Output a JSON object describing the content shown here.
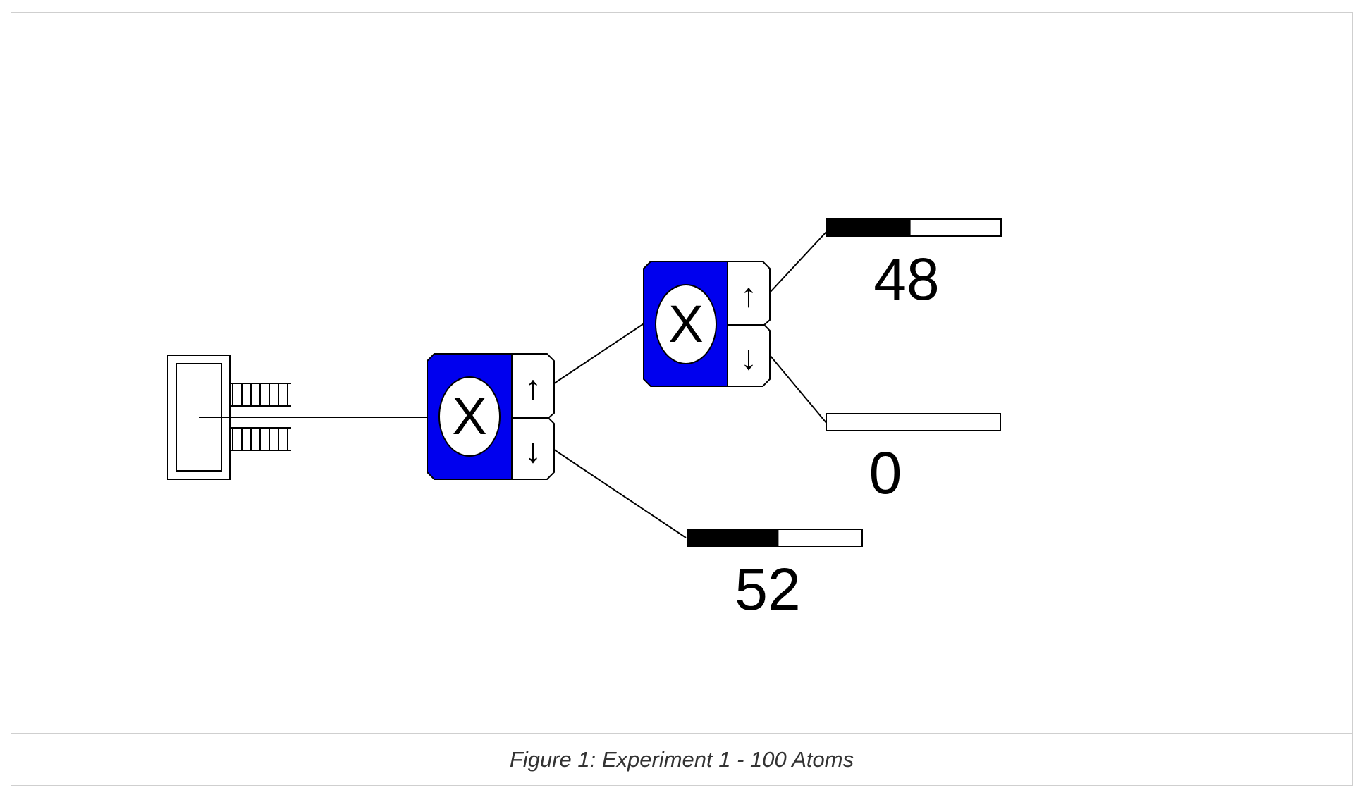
{
  "figure": {
    "caption": "Figure 1: Experiment 1 - 100 Atoms"
  },
  "colors": {
    "analyzer_fill": "#0000ee",
    "stroke": "#000000",
    "bar_fill": "#000000",
    "background": "#ffffff"
  },
  "icons": {
    "source": "oven-source-icon",
    "analyzer": "stern-gerlach-analyzer-icon",
    "up": "up-arrow-icon",
    "down": "down-arrow-icon"
  },
  "analyzers": [
    {
      "label": "X",
      "up_glyph": "↑",
      "down_glyph": "↓"
    },
    {
      "label": "X",
      "up_glyph": "↑",
      "down_glyph": "↓"
    }
  ],
  "counters": [
    {
      "count": "48",
      "fraction": 0.48
    },
    {
      "count": "0",
      "fraction": 0
    },
    {
      "count": "52",
      "fraction": 0.52
    }
  ]
}
